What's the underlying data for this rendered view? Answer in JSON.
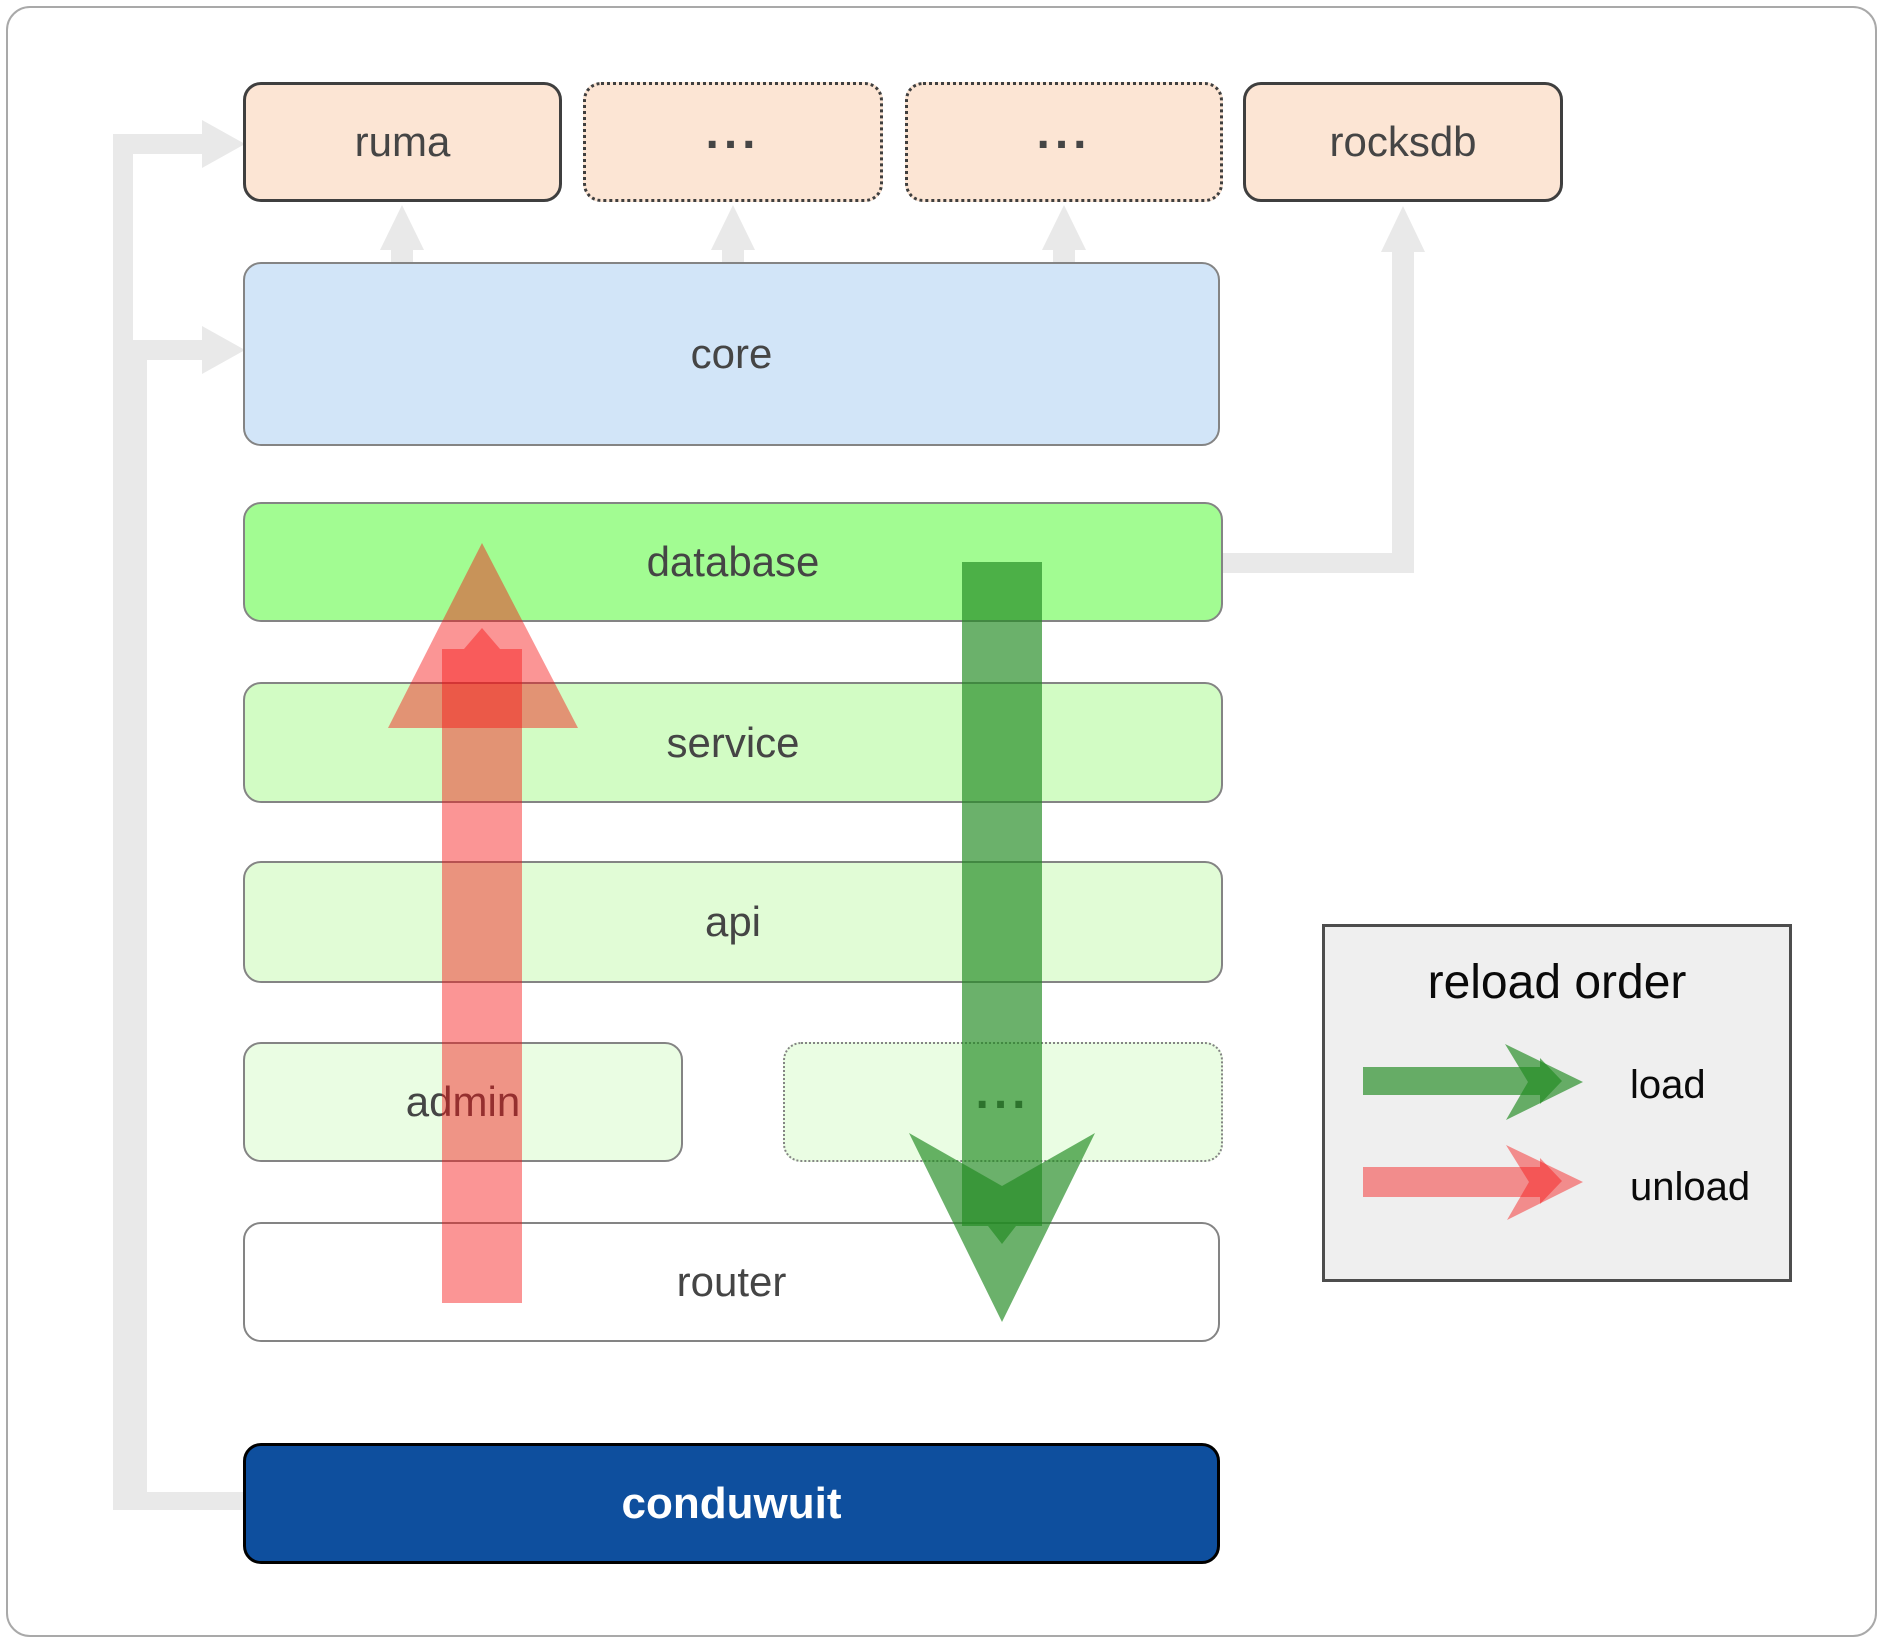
{
  "diagram": {
    "nodes": {
      "ruma": {
        "label": "ruma"
      },
      "ellipsis_top_1": {
        "label": "..."
      },
      "ellipsis_top_2": {
        "label": "..."
      },
      "rocksdb": {
        "label": "rocksdb"
      },
      "core": {
        "label": "core"
      },
      "database": {
        "label": "database"
      },
      "service": {
        "label": "service"
      },
      "api": {
        "label": "api"
      },
      "admin": {
        "label": "admin"
      },
      "ellipsis_admin": {
        "label": "..."
      },
      "router": {
        "label": "router"
      },
      "conduwuit": {
        "label": "conduwuit"
      }
    }
  },
  "legend": {
    "title": "reload order",
    "load_label": "load",
    "unload_label": "unload"
  },
  "colors": {
    "peach": "#fce5d4",
    "core-blue": "#d2e5f8",
    "db-green": "#a2fc92",
    "service-green": "#d2fcc4",
    "api-green": "#e1fcd6",
    "admin-green": "#eafde3",
    "router-white": "#ffffff",
    "conduwuit-blue": "#0e4f9e",
    "edge-gray": "#e9e9e9",
    "dark-border": "#3f3f3f",
    "gray-border": "#848484",
    "label-text": "#454545",
    "legend-bg": "#efefef",
    "legend-border": "#4d4d4d",
    "load-green": "#228b22",
    "unload-red": "#f61414"
  }
}
